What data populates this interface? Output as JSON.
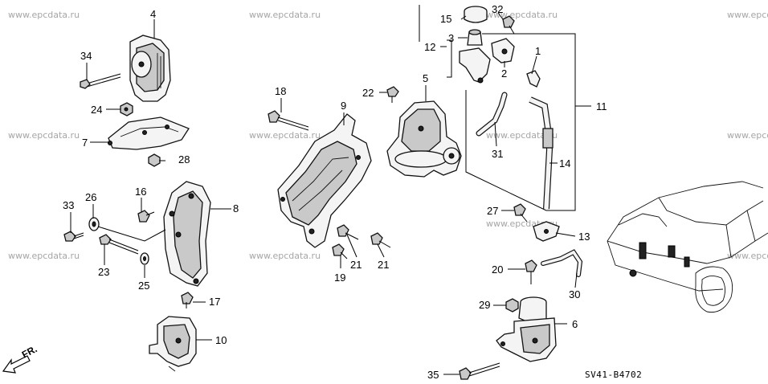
{
  "watermark": "www.epcdata.ru",
  "diagram_code": "SV41-B4702",
  "direction_label": "FR.",
  "callouts": {
    "c1": "1",
    "c2": "2",
    "c3": "3",
    "c4": "4",
    "c5": "5",
    "c6": "6",
    "c7": "7",
    "c8": "8",
    "c9": "9",
    "c10": "10",
    "c11": "11",
    "c12": "12",
    "c13": "13",
    "c14": "14",
    "c15": "15",
    "c16": "16",
    "c17": "17",
    "c18": "18",
    "c19": "19",
    "c20": "20",
    "c21a": "21",
    "c21b": "21",
    "c22": "22",
    "c23": "23",
    "c24": "24",
    "c25": "25",
    "c26": "26",
    "c27": "27",
    "c28": "28",
    "c29": "29",
    "c30": "30",
    "c31": "31",
    "c32": "32",
    "c33": "33",
    "c34": "34",
    "c35": "35"
  }
}
